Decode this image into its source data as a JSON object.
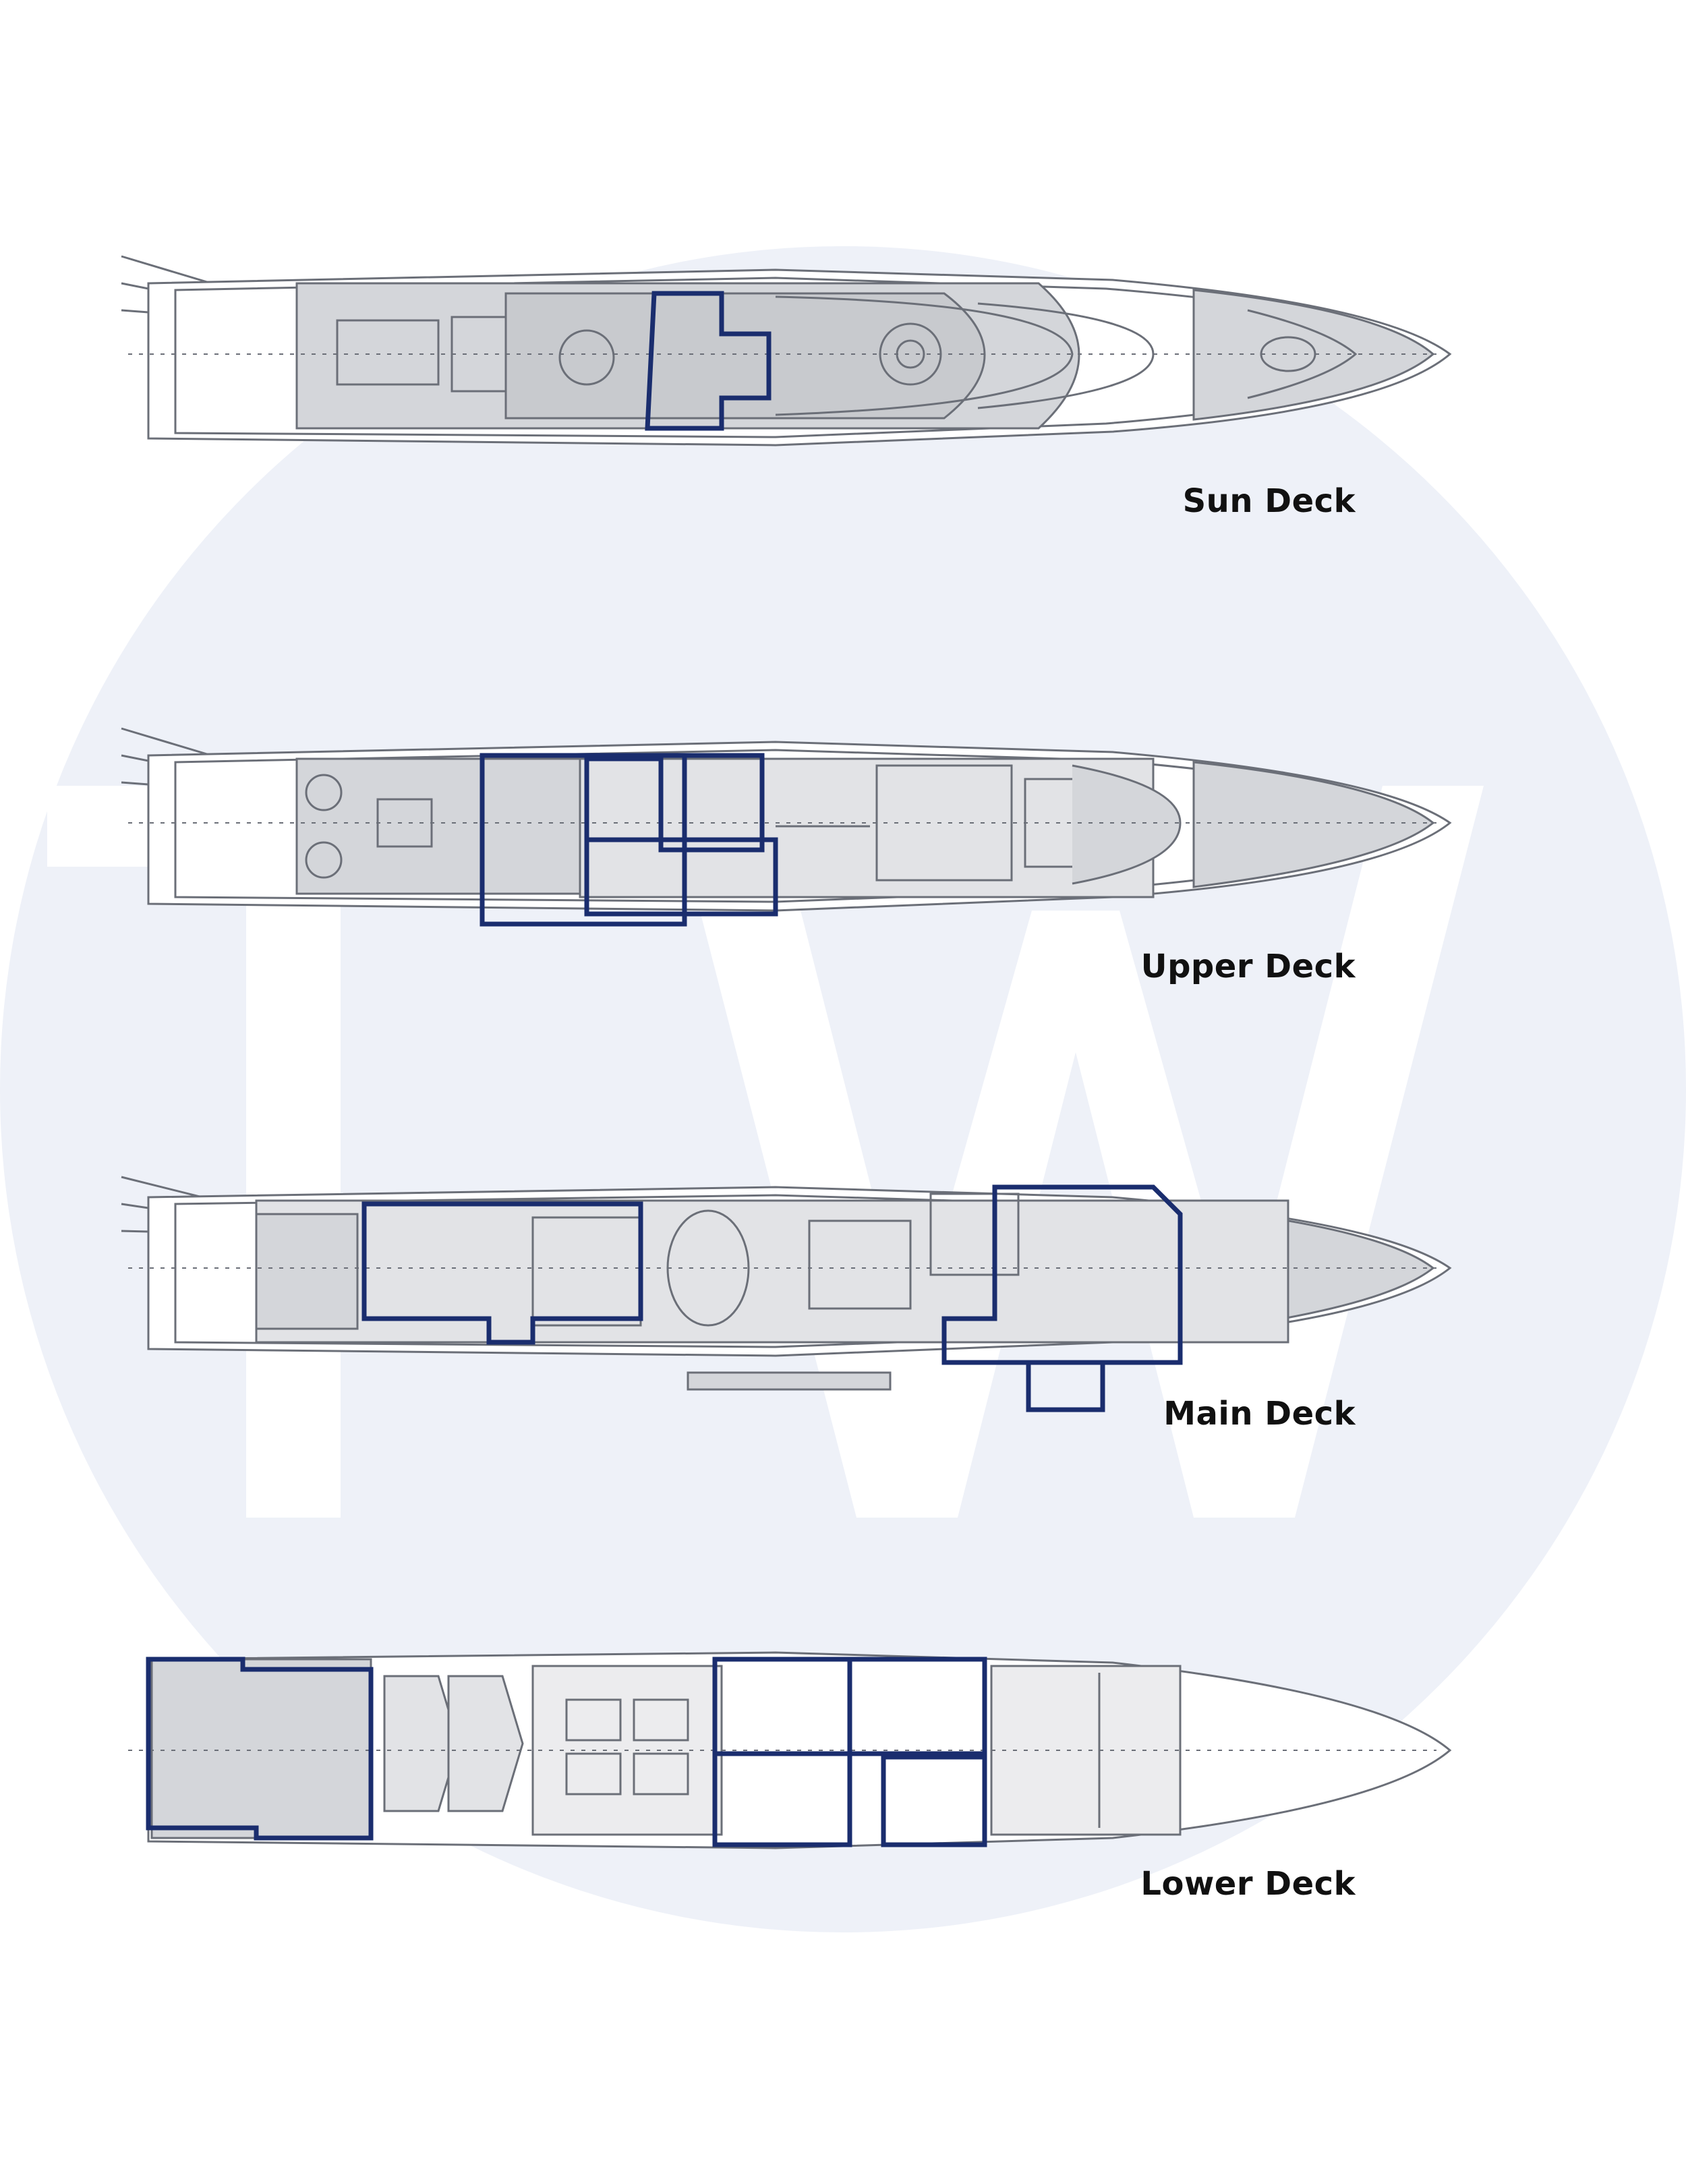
{
  "decks": [
    {
      "id": "sun",
      "label": "Sun Deck"
    },
    {
      "id": "upper",
      "label": "Upper Deck"
    },
    {
      "id": "main",
      "label": "Main Deck"
    },
    {
      "id": "lower",
      "label": "Lower Deck"
    }
  ],
  "colors": {
    "background": "#ffffff",
    "watermark_circle": "#eef1f8",
    "watermark_letters": "#ffffff",
    "plan_line": "#6b6f78",
    "deck_fill": "#d4d6da",
    "highlight": "#1a2d6e",
    "label_text": "#111111"
  },
  "watermark": {
    "name": "TW logo"
  }
}
